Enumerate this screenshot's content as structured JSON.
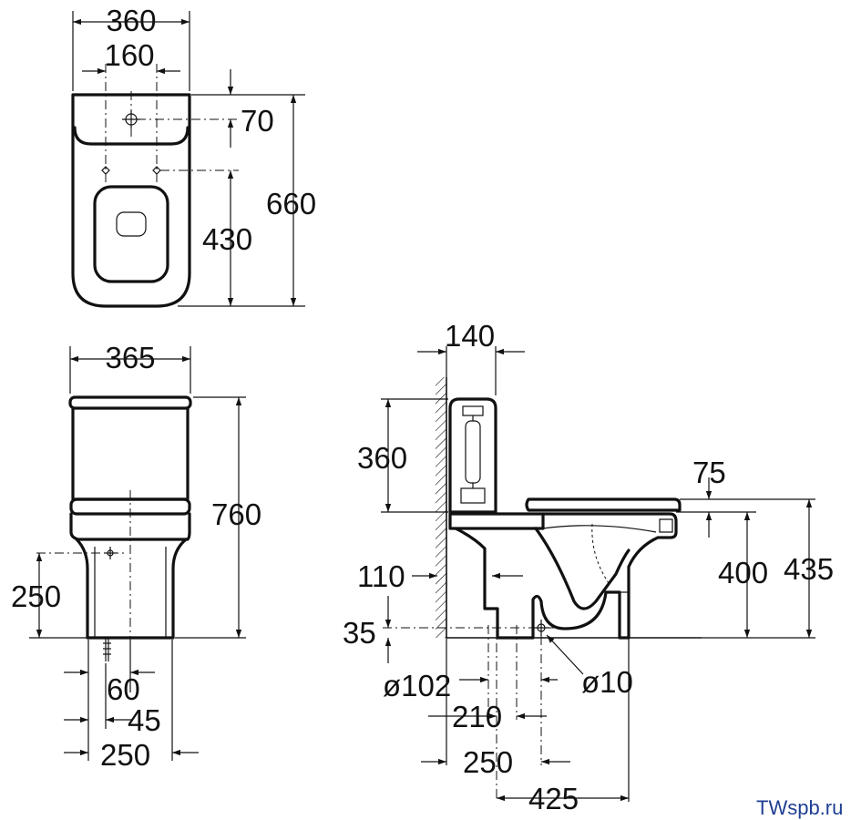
{
  "colors": {
    "ink": "#111111",
    "watermark": "#1f3f93",
    "background": "#ffffff"
  },
  "top_view": {
    "width_overall": "360",
    "holes_spacing": "160",
    "tank_offset": "70",
    "seat_holes_to_front": "430",
    "depth_overall": "660"
  },
  "front_view": {
    "width_tank": "365",
    "height_overall": "760",
    "inlet_height": "250",
    "inlet_offset": "60",
    "fixing_offset": "45",
    "base_width": "250"
  },
  "side_view": {
    "tank_depth": "140",
    "tank_height": "360",
    "seat_to_rim": "75",
    "wall_offset": "110",
    "floor_offset": "35",
    "rim_height": "400",
    "seat_height": "435",
    "outlet_diameter": "ø102",
    "fixing_diameter": "ø10",
    "dim_210": "210",
    "dim_250": "250",
    "dim_425": "425"
  },
  "watermark": "TWspb.ru"
}
